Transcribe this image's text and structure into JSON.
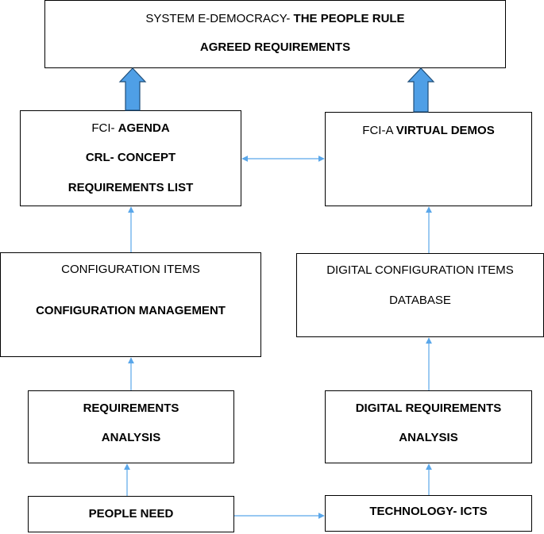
{
  "colors": {
    "arrow": "#5aa7ea",
    "big_arrow_fill": "#4f9fe6",
    "big_arrow_stroke": "#1f4e79",
    "border": "#000000"
  },
  "boxes": {
    "system": {
      "line1_normal": "SYSTEM E-DEMOCRACY- ",
      "line1_bold": "THE PEOPLE RULE",
      "line2": "AGREED REQUIREMENTS"
    },
    "fci_agenda": {
      "line1_normal": "FCI- ",
      "line1_bold": "AGENDA",
      "line2": "CRL- CONCEPT",
      "line3": "REQUIREMENTS LIST"
    },
    "fci_virtual": {
      "line1_normal": "FCI-A ",
      "line1_bold": "VIRTUAL DEMOS"
    },
    "config_items": {
      "line1": "CONFIGURATION ITEMS",
      "line2": "CONFIGURATION MANAGEMENT"
    },
    "digital_config": {
      "line1": "DIGITAL CONFIGURATION ITEMS",
      "line2": "DATABASE"
    },
    "req_analysis": {
      "line1": "REQUIREMENTS",
      "line2": "ANALYSIS"
    },
    "digital_req_analysis": {
      "line1": "DIGITAL REQUIREMENTS",
      "line2": "ANALYSIS"
    },
    "people_need": {
      "line1": "PEOPLE NEED"
    },
    "technology": {
      "line1": "TECHNOLOGY- ICTS"
    }
  }
}
